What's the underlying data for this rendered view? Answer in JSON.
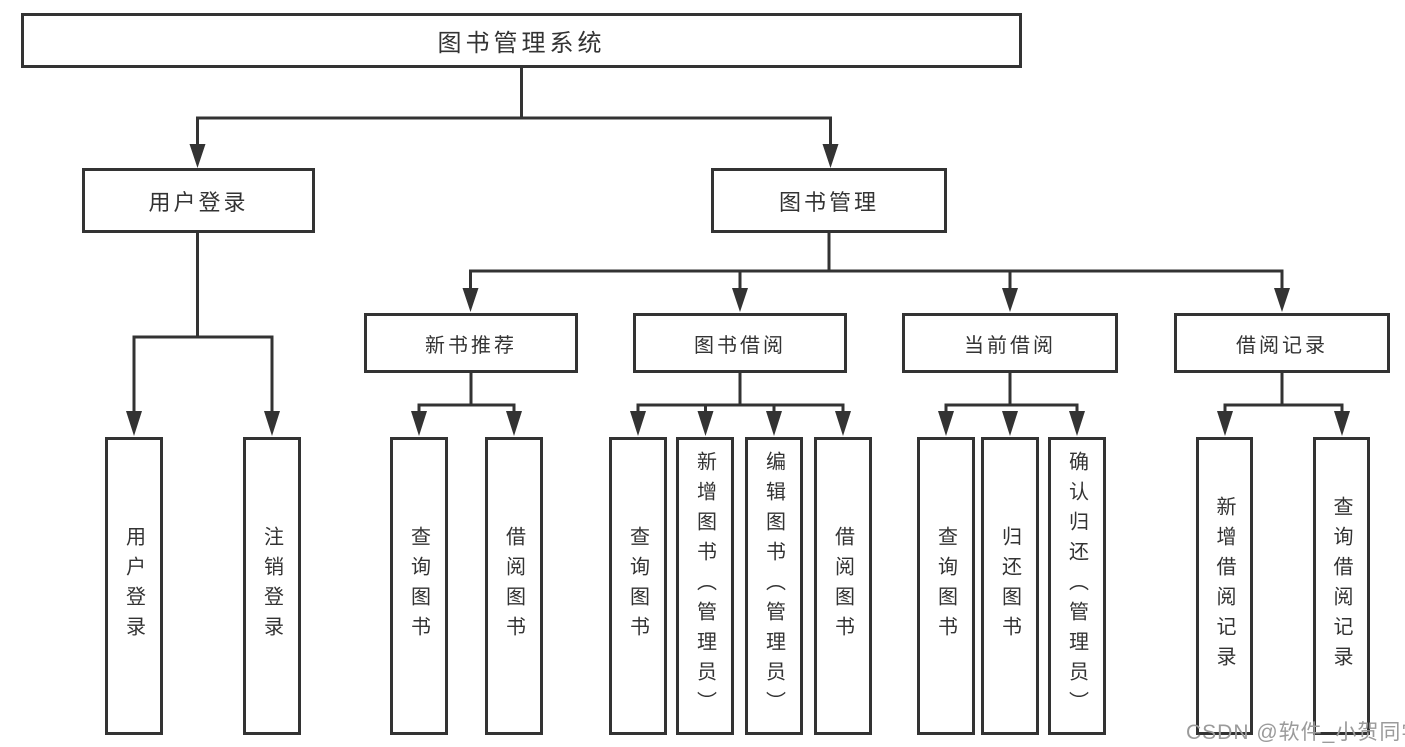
{
  "diagram": {
    "type": "hierarchy-tree",
    "tree": {
      "root": {
        "label": "图书管理系统",
        "children": [
          {
            "label": "用户登录",
            "children": [
              {
                "label": "用户登录"
              },
              {
                "label": "注销登录"
              }
            ]
          },
          {
            "label": "图书管理",
            "children": [
              {
                "label": "新书推荐",
                "children": [
                  {
                    "label": "查询图书"
                  },
                  {
                    "label": "借阅图书"
                  }
                ]
              },
              {
                "label": "图书借阅",
                "children": [
                  {
                    "label": "查询图书"
                  },
                  {
                    "label": "新增图书（管理员）"
                  },
                  {
                    "label": "编辑图书（管理员）"
                  },
                  {
                    "label": "借阅图书"
                  }
                ]
              },
              {
                "label": "当前借阅",
                "children": [
                  {
                    "label": "查询图书"
                  },
                  {
                    "label": "归还图书"
                  },
                  {
                    "label": "确认归还（管理员）"
                  }
                ]
              },
              {
                "label": "借阅记录",
                "children": [
                  {
                    "label": "新增借阅记录"
                  },
                  {
                    "label": "查询借阅记录"
                  }
                ]
              }
            ]
          }
        ]
      }
    },
    "colors": {
      "line": "#333333",
      "box_border": "#333333",
      "text": "#333333",
      "watermark": "#9b9b9b",
      "background": "#ffffff"
    }
  },
  "watermark": {
    "text": "CSDN @软件_小贺同学"
  }
}
